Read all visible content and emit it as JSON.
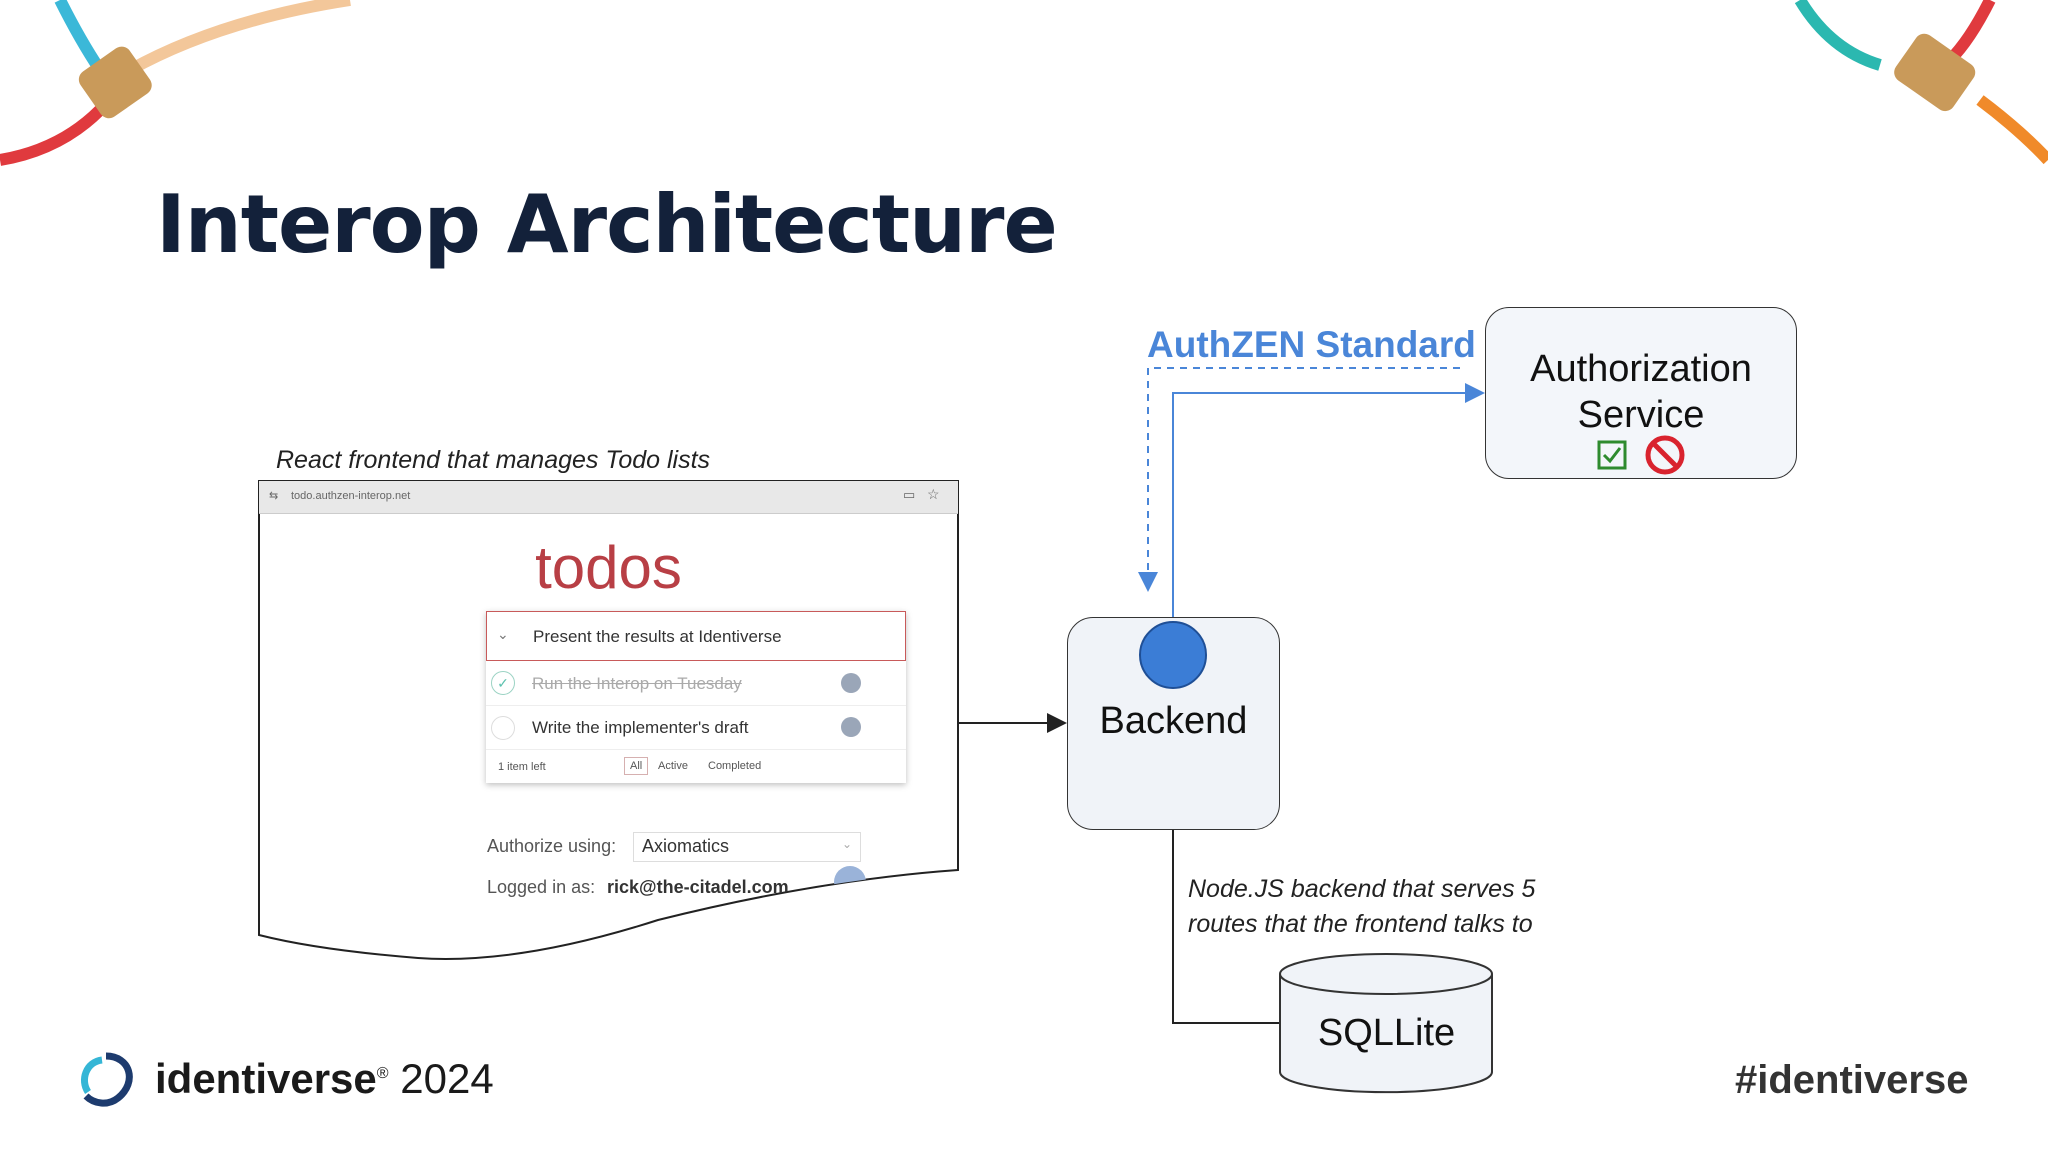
{
  "slide": {
    "title": "Interop Architecture",
    "frontend_caption": "React frontend that manages Todo lists",
    "authzen_label": "AuthZEN Standard",
    "auth_service": {
      "line1": "Authorization",
      "line2": "Service"
    },
    "backend_label": "Backend",
    "backend_caption": {
      "line1": "Node.JS backend that serves 5",
      "line2": "routes that the frontend talks to"
    },
    "database_label": "SQLLite",
    "brand": {
      "name": "identiverse",
      "year": "2024"
    },
    "hashtag": "#identiverse"
  },
  "screenshot": {
    "url": "todo.authzen-interop.net",
    "heading": "todos",
    "input_value": "Present the results at Identiverse",
    "items": [
      {
        "text": "Run the Interop on Tuesday",
        "completed": true
      },
      {
        "text": "Write the implementer's draft",
        "completed": false
      }
    ],
    "footer": {
      "count": "1 item left",
      "filters": [
        "All",
        "Active",
        "Completed"
      ]
    },
    "authorize_label": "Authorize using:",
    "authorize_value": "Axiomatics",
    "logged_in_label": "Logged in as:",
    "logged_in_value": "rick@the-citadel.com"
  },
  "colors": {
    "title": "#13213a",
    "authzen": "#4a86d8",
    "todos": "#b83f45",
    "allow": "#2e8b2e",
    "deny": "#d9232e"
  }
}
